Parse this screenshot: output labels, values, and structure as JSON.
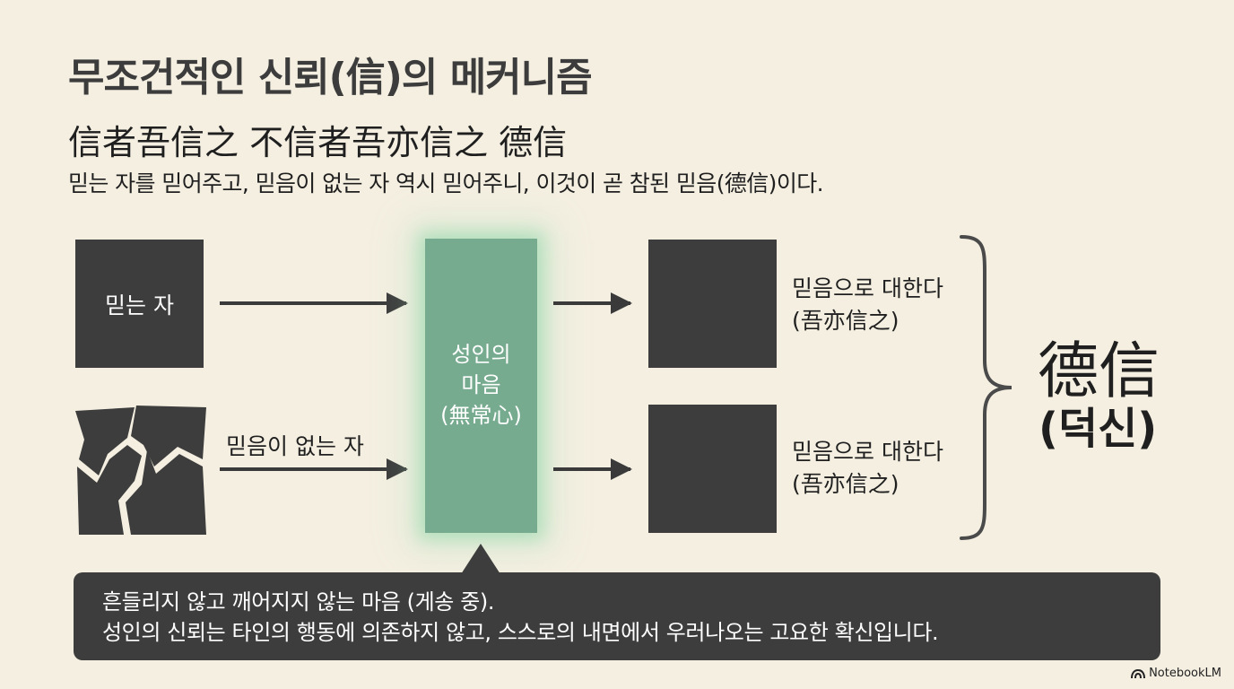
{
  "title": "무조건적인 신뢰(信)의 메커니즘",
  "classic_text": "信者吾信之 不信者吾亦信之 德信",
  "translation": "믿는 자를 믿어주고, 믿음이 없는 자 역시 믿어주니, 이것이 곧 참된 믿음(德信)이다.",
  "inputs": {
    "believer": "믿는 자",
    "nonbeliever": "믿음이 없는 자"
  },
  "center": {
    "line1": "성인의",
    "line2": "마음",
    "line3": "(無常心)"
  },
  "outputs": [
    {
      "line1": "믿음으로 대한다",
      "line2": "(吾亦信之)"
    },
    {
      "line1": "믿음으로 대한다",
      "line2": "(吾亦信之)"
    }
  ],
  "result": {
    "hanja": "德信",
    "reading": "(덕신)"
  },
  "callout": {
    "line1": "흔들리지 않고 깨어지지 않는 마음 (게송 중).",
    "line2": "성인의 신뢰는 타인의 행동에 의존하지 않고, 스스로의 내면에서 우러나오는 고요한 확신입니다."
  },
  "brand": "NotebookLM",
  "colors": {
    "background": "#f4efe1",
    "dark_box": "#3d3d3d",
    "center_green": "#77ab8f",
    "glow": "#8fd6a8"
  },
  "icons": {
    "broken_block": "cracked-square",
    "brace": "right-curly-brace",
    "brand_logo": "notebooklm-logo"
  }
}
